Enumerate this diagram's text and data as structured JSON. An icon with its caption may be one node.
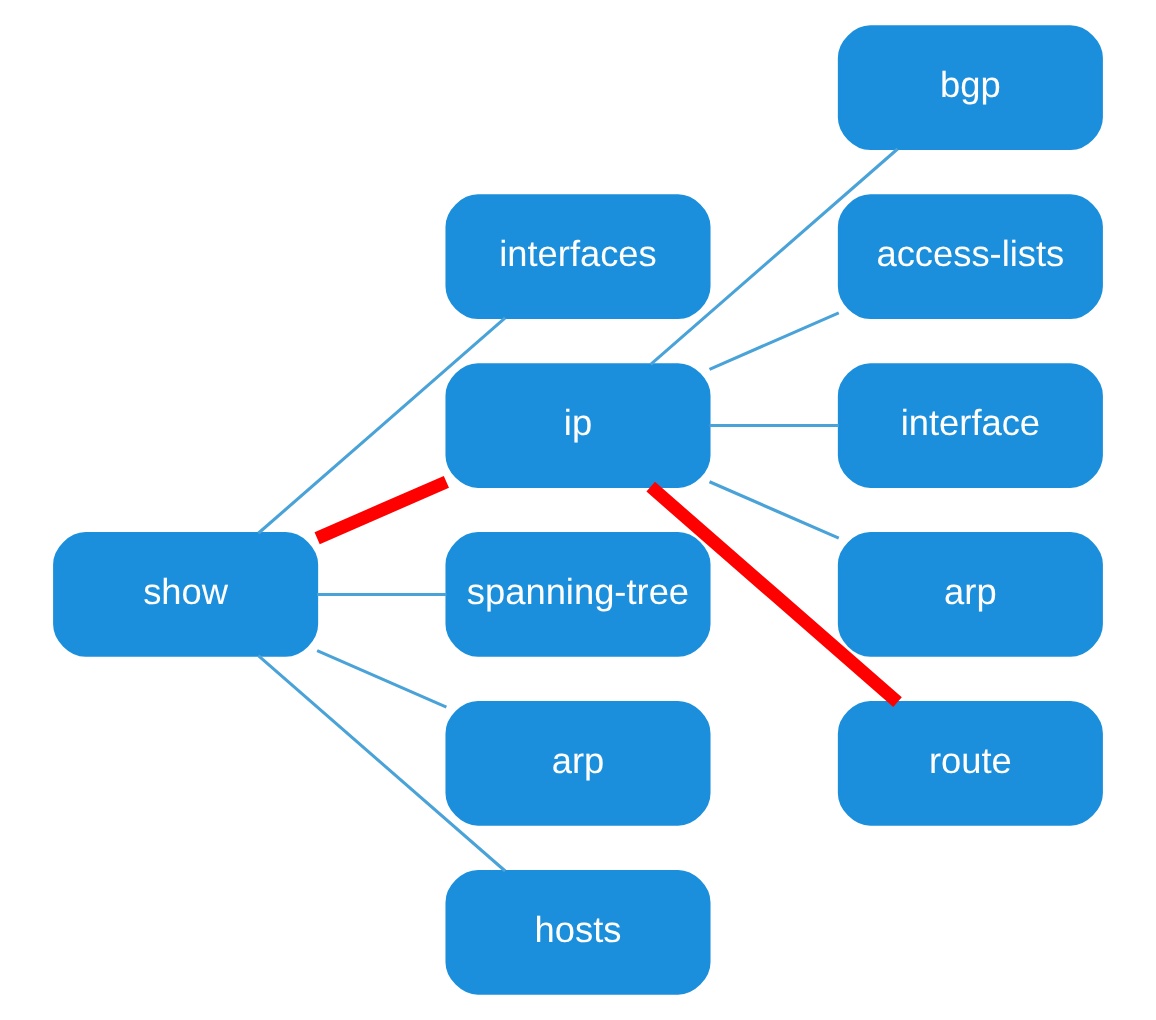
{
  "diagram": {
    "nodes": [
      {
        "text": [
          "show"
        ]
      },
      {
        "text": [
          "interfaces"
        ]
      },
      {
        "text": [
          "ip"
        ]
      },
      {
        "text": [
          "spanning-tree"
        ]
      },
      {
        "text": [
          "arp"
        ]
      },
      {
        "text": [
          "hosts"
        ]
      },
      {
        "text": [
          "bgp"
        ]
      },
      {
        "text": [
          "access-lists"
        ]
      },
      {
        "text": [
          "interface"
        ]
      },
      {
        "text": [
          "arp"
        ]
      },
      {
        "text": [
          "route"
        ]
      }
    ],
    "edges": [
      {
        "from": 0,
        "to": 1,
        "arrow": "none"
      },
      {
        "from": 0,
        "to": 2,
        "arrow": "none",
        "style": "thick",
        "color": "#ff0000"
      },
      {
        "from": 0,
        "to": 3,
        "arrow": "none"
      },
      {
        "from": 0,
        "to": 4,
        "arrow": "none"
      },
      {
        "from": 0,
        "to": 5,
        "arrow": "none"
      },
      {
        "from": 2,
        "to": 6,
        "arrow": "none"
      },
      {
        "from": 2,
        "to": 7,
        "arrow": "none"
      },
      {
        "from": 2,
        "to": 8,
        "arrow": "none"
      },
      {
        "from": 2,
        "to": 9,
        "arrow": "none"
      },
      {
        "from": 2,
        "to": 10,
        "arrow": "none",
        "style": "thick",
        "color": "#ff0000"
      }
    ]
  }
}
